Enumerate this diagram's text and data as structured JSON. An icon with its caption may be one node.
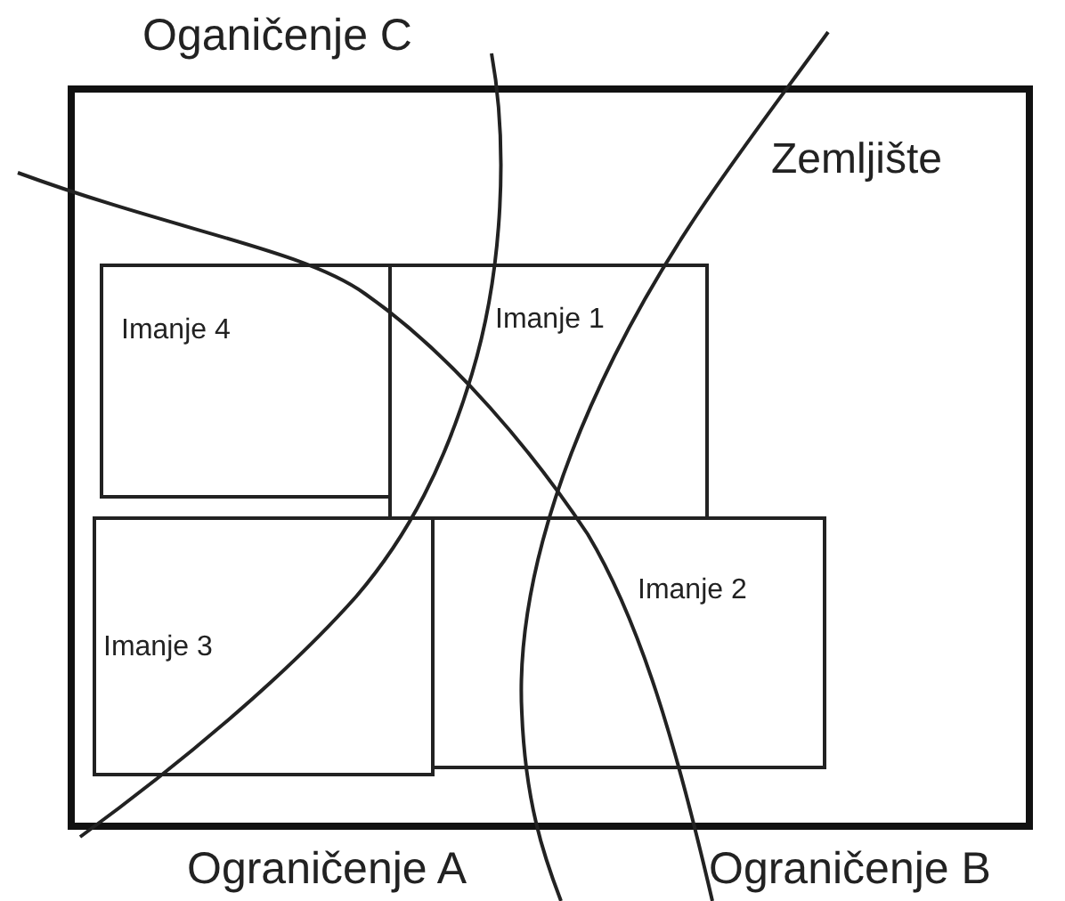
{
  "diagram": {
    "nodes": [
      {
        "text": [
          "Zemljište"
        ]
      },
      {
        "text": [
          "Imanje 4"
        ],
        "in": 0
      },
      {
        "text": [
          "Imanje 1"
        ],
        "in": 0
      },
      {
        "text": [
          "Imanje 3"
        ],
        "in": 0
      },
      {
        "text": [
          "Imanje 2"
        ],
        "in": 0
      }
    ],
    "edges": [],
    "labels": [
      "Oganičenje C",
      "Ograničenje A",
      "Ograničenje B"
    ]
  }
}
